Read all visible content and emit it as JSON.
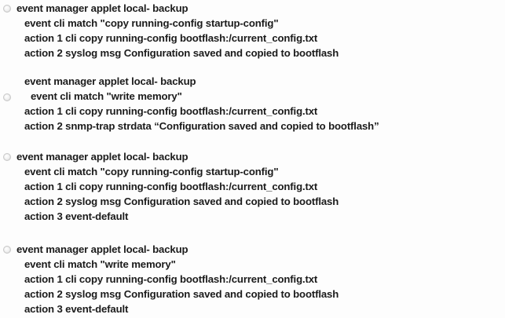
{
  "question": {
    "type": "multiple-choice",
    "input_control": "radio-button",
    "background_color": "#fdfdfd",
    "text_color": "#1b1b1b",
    "options_count": 4
  },
  "options": [
    {
      "id": "option-1",
      "selected": false,
      "radio_label": "option-1-radio",
      "lines": [
        {
          "text": "event manager applet local- backup",
          "indent": 0
        },
        {
          "text": "event cli match \"copy running-config startup-config\"",
          "indent": 1
        },
        {
          "text": "action 1 cli copy running-config bootflash:/current_config.txt",
          "indent": 1
        },
        {
          "text": "action 2 syslog msg Configuration saved and copied to bootflash",
          "indent": 1
        }
      ]
    },
    {
      "id": "option-2",
      "selected": false,
      "radio_label": "option-2-radio",
      "lines": [
        {
          "text": "event manager applet local- backup",
          "indent": 1
        },
        {
          "text": "event cli match \"write memory\"",
          "indent": 2
        },
        {
          "text": "action 1 cli copy running-config bootflash:/current_config.txt",
          "indent": 1
        },
        {
          "text": "action 2 snmp-trap strdata “Configuration saved and copied to bootflash”",
          "indent": 1
        }
      ]
    },
    {
      "id": "option-3",
      "selected": false,
      "radio_label": "option-3-radio",
      "lines": [
        {
          "text": "event manager applet local- backup",
          "indent": 0
        },
        {
          "text": "event cli match \"copy running-config startup-config\"",
          "indent": 1
        },
        {
          "text": "action 1 cli copy running-config bootflash:/current_config.txt",
          "indent": 1
        },
        {
          "text": "action 2 syslog msg Configuration saved and copied to bootflash",
          "indent": 1
        },
        {
          "text": "action 3 event-default",
          "indent": 1
        }
      ]
    },
    {
      "id": "option-4",
      "selected": false,
      "radio_label": "option-4-radio",
      "lines": [
        {
          "text": "event manager applet local- backup",
          "indent": 0
        },
        {
          "text": "event cli match \"write memory\"",
          "indent": 1
        },
        {
          "text": "action 1 cli copy running-config bootflash:/current_config.txt",
          "indent": 1
        },
        {
          "text": "action 2 syslog msg Configuration saved and copied to bootflash",
          "indent": 1
        },
        {
          "text": "action 3 event-default",
          "indent": 1
        }
      ]
    }
  ]
}
